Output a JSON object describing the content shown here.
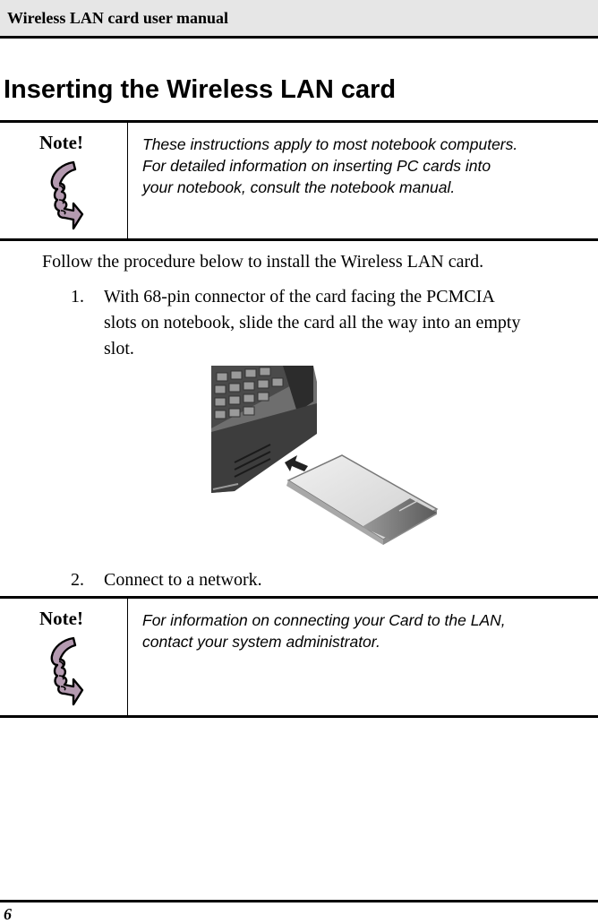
{
  "header": {
    "title": "Wireless LAN card user manual"
  },
  "section": {
    "title": "Inserting the Wireless LAN card"
  },
  "notes": [
    {
      "label": "Note!",
      "icon": "pointing-hand-icon",
      "text": "These instructions apply to most notebook computers.\nFor detailed information on inserting PC cards into\nyour notebook, consult the notebook manual."
    },
    {
      "label": "Note!",
      "icon": "pointing-hand-icon",
      "text": "For information on connecting your Card to the LAN,\ncontact your system administrator."
    }
  ],
  "intro": "Follow the procedure below to install the Wireless LAN card.",
  "steps": [
    {
      "number": "1.",
      "text": "With 68-pin connector of the card facing the PCMCIA\nslots on notebook, slide the card all the way into an empty\nslot."
    },
    {
      "number": "2.",
      "text": "Connect to a network."
    }
  ],
  "illustration": {
    "icon": "pc-card-insertion-illustration"
  },
  "footer": {
    "page_number": "6"
  }
}
